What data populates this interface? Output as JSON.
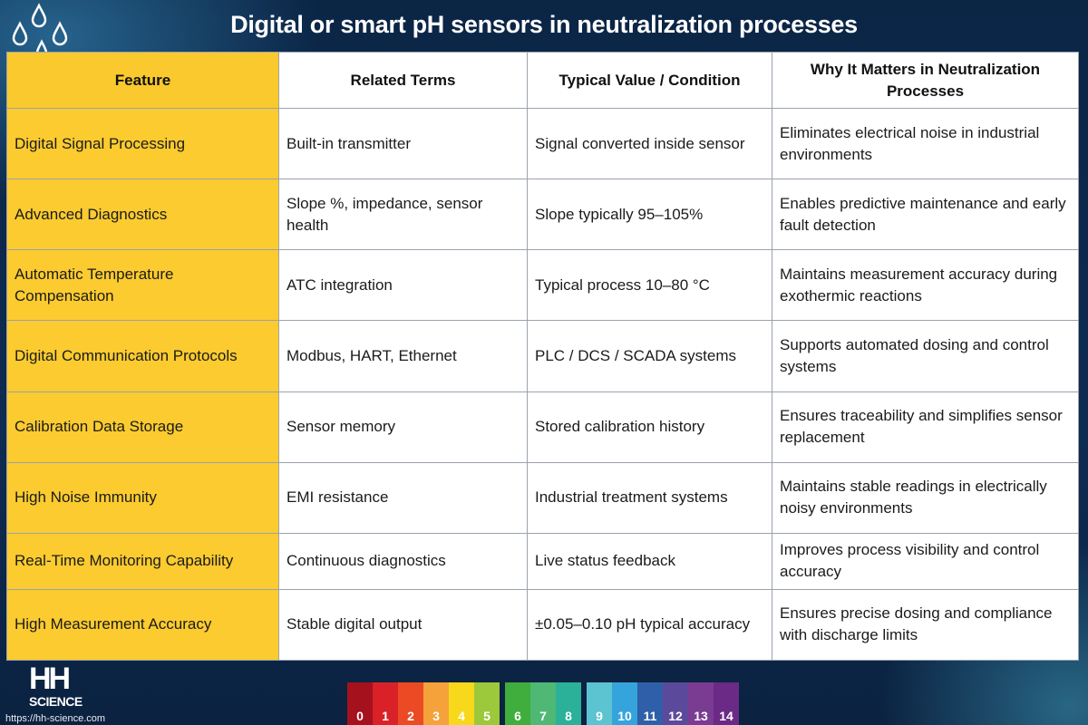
{
  "title": "Digital or smart pH sensors in neutralization processes",
  "table": {
    "headers": [
      "Feature",
      "Related Terms",
      "Typical Value / Condition",
      "Why It Matters in Neutralization Processes"
    ],
    "rows": [
      [
        "Digital Signal Processing",
        "Built-in transmitter",
        "Signal converted inside sensor",
        "Eliminates electrical noise in industrial environments"
      ],
      [
        "Advanced Diagnostics",
        "Slope %, impedance, sensor health",
        "Slope typically 95–105%",
        "Enables predictive maintenance and early fault detection"
      ],
      [
        "Automatic Temperature Compensation",
        "ATC integration",
        "Typical process 10–80 °C",
        "Maintains measurement accuracy during exothermic reactions"
      ],
      [
        "Digital Communication Protocols",
        "Modbus, HART, Ethernet",
        "PLC / DCS / SCADA systems",
        "Supports automated dosing and control systems"
      ],
      [
        "Calibration Data Storage",
        "Sensor memory",
        "Stored calibration history",
        "Ensures traceability and simplifies sensor replacement"
      ],
      [
        "High Noise Immunity",
        "EMI resistance",
        "Industrial treatment systems",
        "Maintains stable readings in electrically noisy environments"
      ],
      [
        "Real-Time Monitoring Capability",
        "Continuous diagnostics",
        "Live status feedback",
        "Improves process visibility and control accuracy"
      ],
      [
        "High Measurement Accuracy",
        "Stable digital output",
        "±0.05–0.10 pH typical accuracy",
        "Ensures precise dosing and compliance with discharge limits"
      ]
    ]
  },
  "logo": {
    "line1": "HH",
    "line2": "SCIENCE",
    "url": "https://hh-science.com"
  },
  "ph_scale": {
    "labels": [
      "0",
      "1",
      "2",
      "3",
      "4",
      "5",
      "6",
      "7",
      "8",
      "9",
      "10",
      "11",
      "12",
      "13",
      "14"
    ],
    "colors": [
      "#a5111c",
      "#d92127",
      "#ec4a24",
      "#f6a23a",
      "#f7d81a",
      "#9cc83b",
      "#3fae3c",
      "#4fb874",
      "#2bb09a",
      "#5cc3d0",
      "#35a4dc",
      "#2e5fa8",
      "#5b4a9c",
      "#7a3b92",
      "#6a2a86"
    ]
  },
  "colors": {
    "accent": "#f9c92d",
    "background": "#0c2748"
  }
}
